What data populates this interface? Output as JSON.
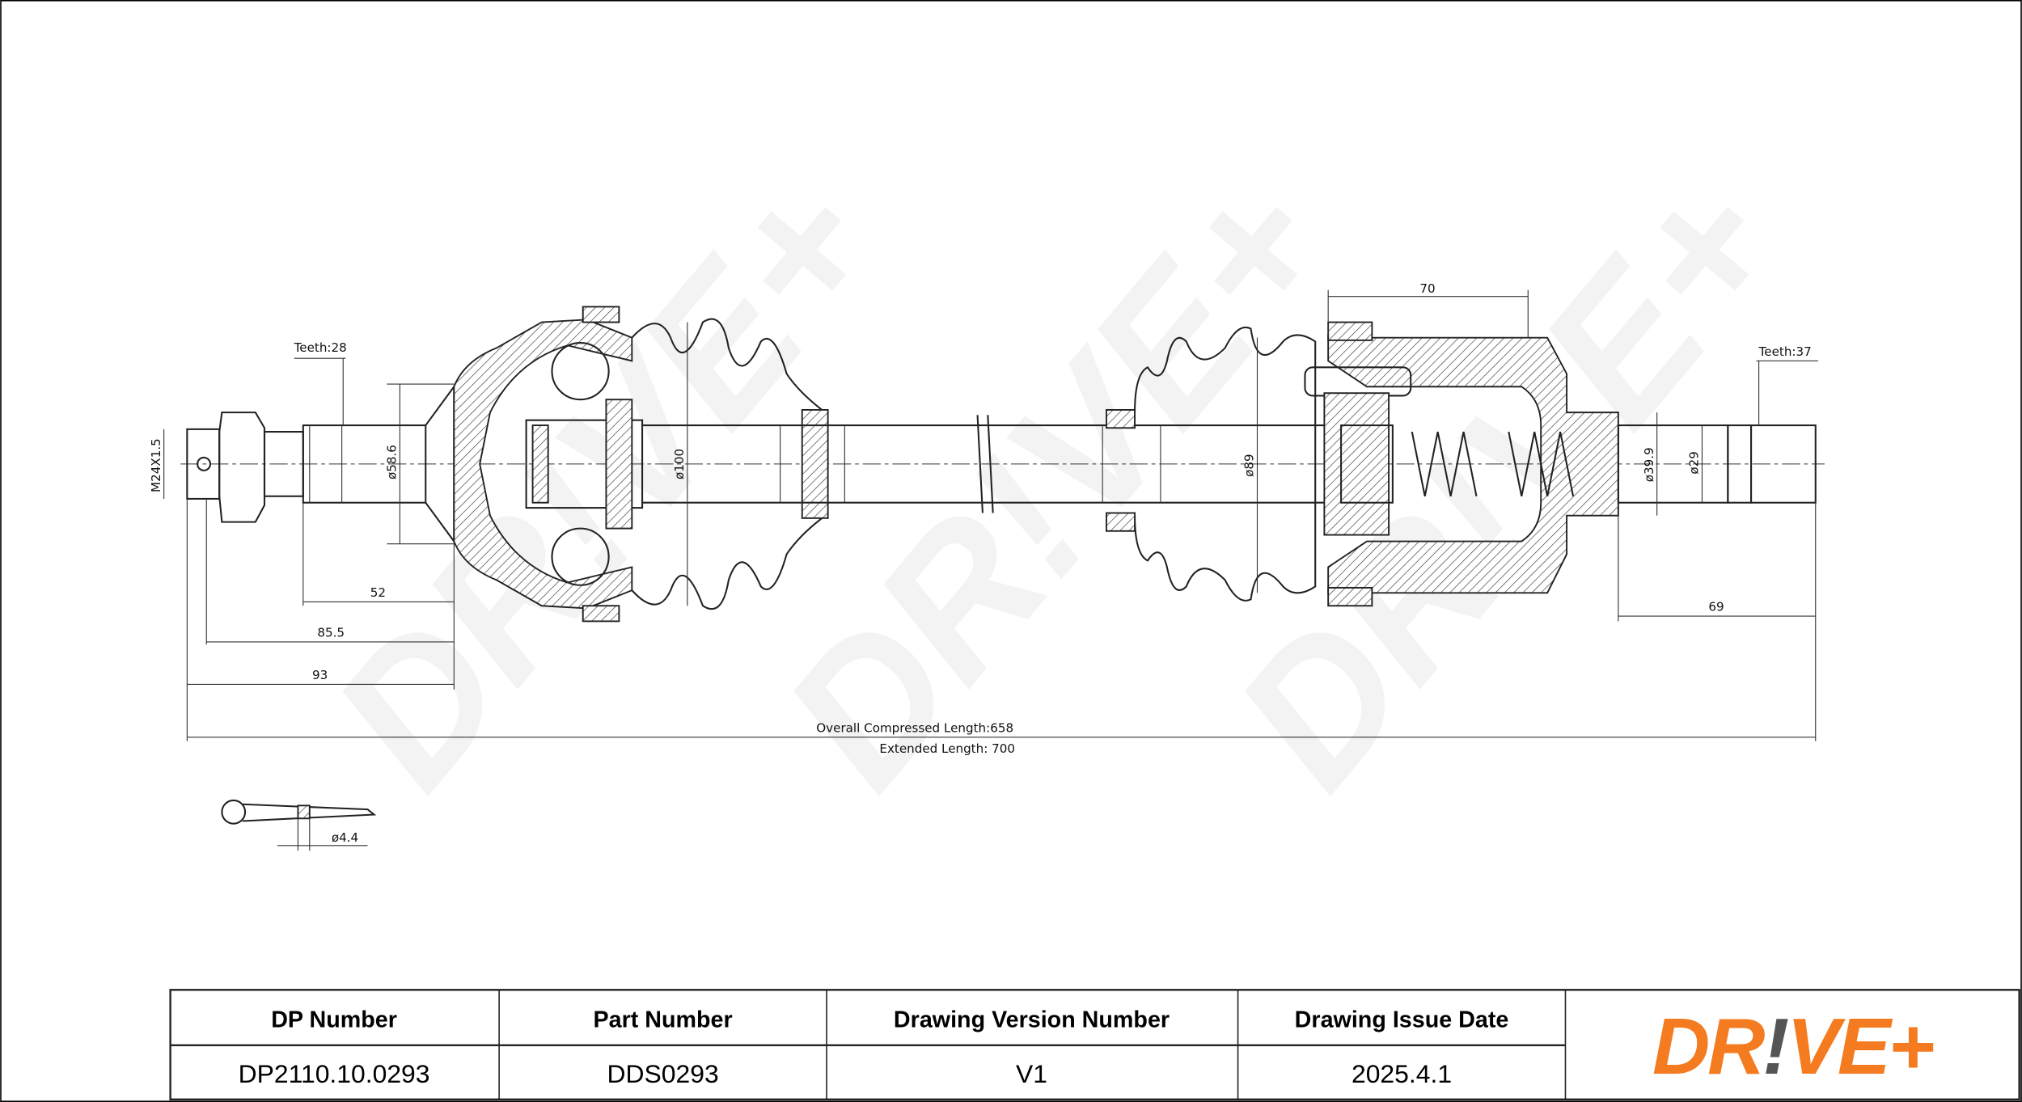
{
  "drawing": {
    "dimensions": {
      "teeth_left": "Teeth:28",
      "teeth_right": "Teeth:37",
      "thread": "M24X1.5",
      "d_58_6": "ø58.6",
      "d_100": "ø100",
      "d_89": "ø89",
      "d_39_9": "ø39.9",
      "d_29": "ø29",
      "len_52": "52",
      "len_85_5": "85.5",
      "len_93": "93",
      "len_70": "70",
      "len_69": "69",
      "overall_compressed": "Overall Compressed Length:658",
      "extended": "Extended Length: 700",
      "pin_diameter": "ø4.4"
    }
  },
  "title_block": {
    "headers": [
      "DP Number",
      "Part Number",
      "Drawing Version Number",
      "Drawing Issue Date"
    ],
    "values": [
      "DP2110.10.0293",
      "DDS0293",
      "V1",
      "2025.4.1"
    ]
  },
  "logo": {
    "text": "DR!VE+",
    "part1": "DR",
    "part2": "!",
    "part3": "VE+"
  },
  "colors": {
    "brand_orange": "#F47B20",
    "brand_grey": "#555555"
  }
}
